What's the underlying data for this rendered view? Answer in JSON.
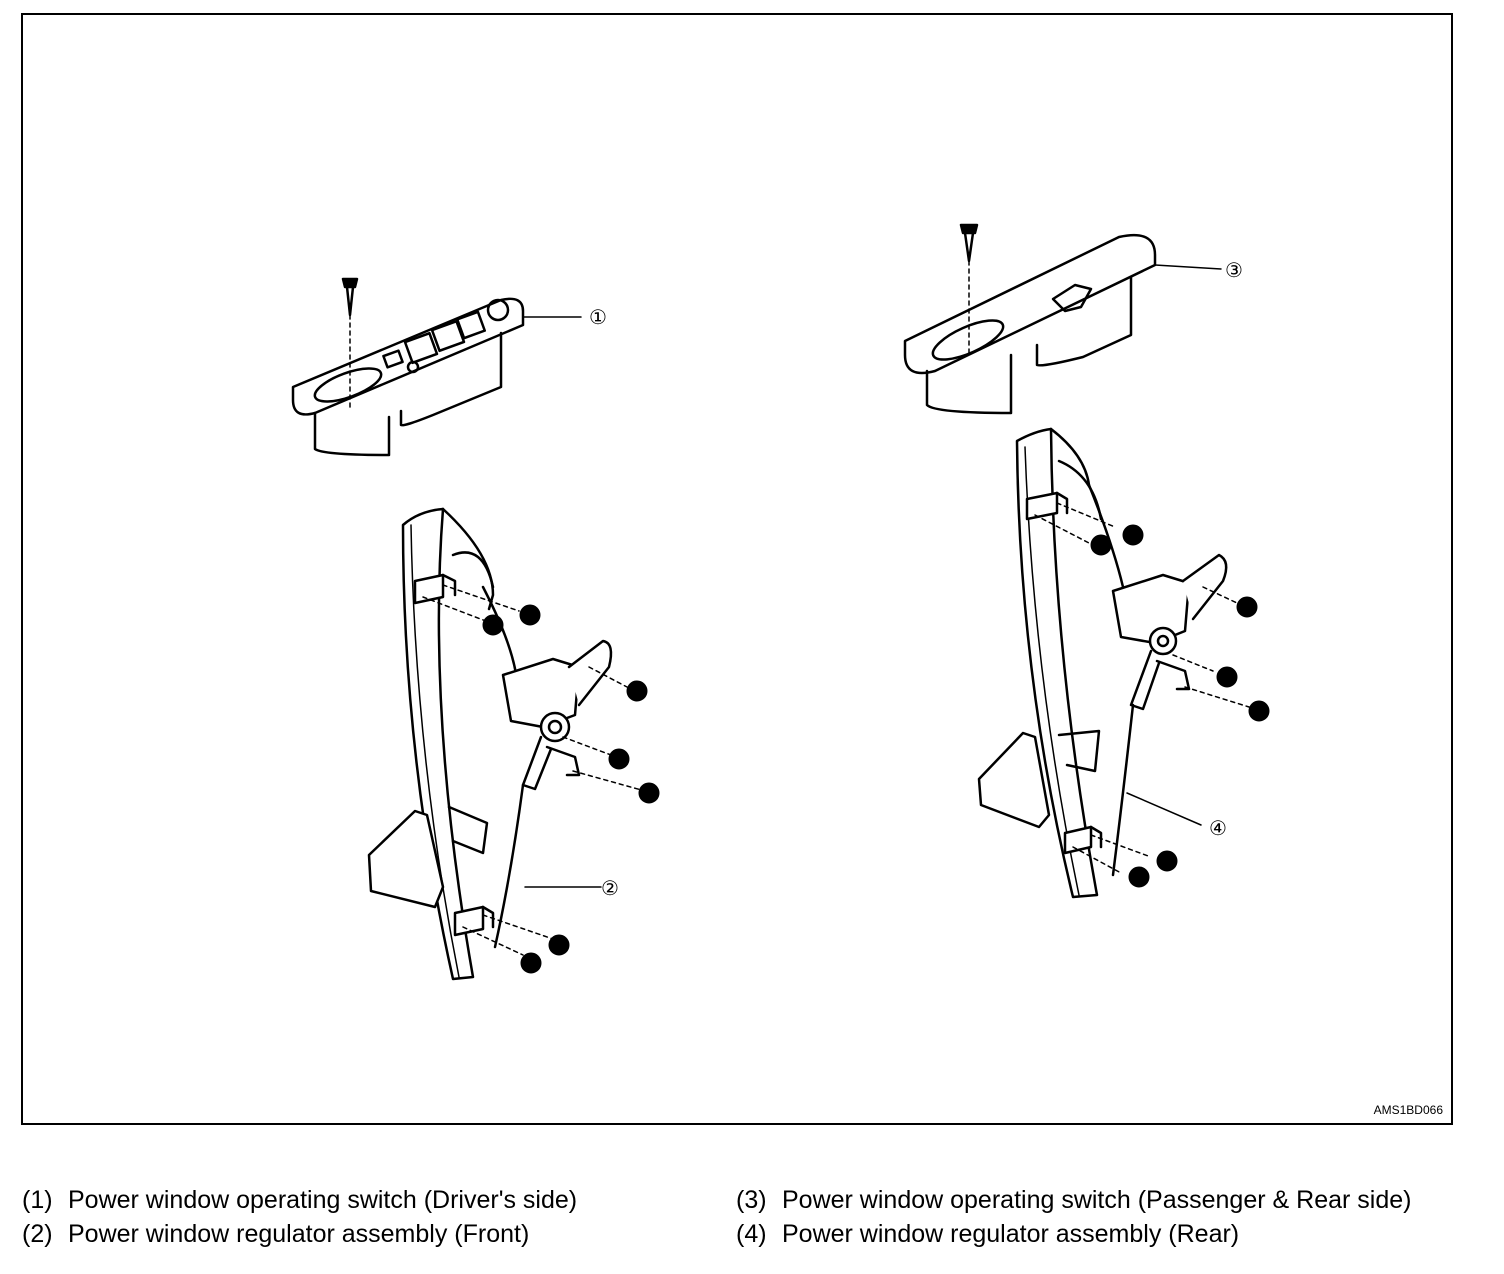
{
  "figure": {
    "code": "AMS1BD066",
    "callouts": [
      "①",
      "②",
      "③",
      "④"
    ]
  },
  "legend": [
    {
      "num": "(1)",
      "text": "Power window operating switch (Driver's side)"
    },
    {
      "num": "(2)",
      "text": "Power window regulator assembly (Front)"
    },
    {
      "num": "(3)",
      "text": "Power window operating switch (Passenger & Rear side)"
    },
    {
      "num": "(4)",
      "text": "Power window regulator assembly (Rear)"
    }
  ]
}
